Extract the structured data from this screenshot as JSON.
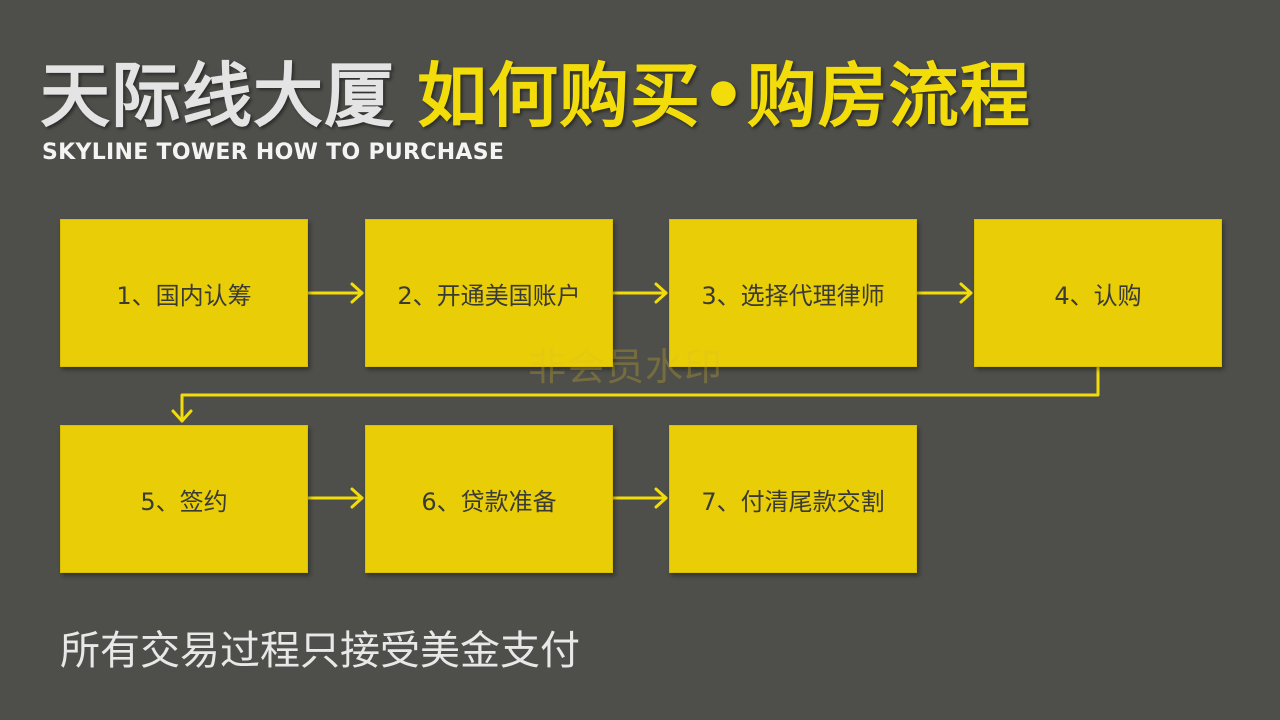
{
  "title": {
    "main": "天际线大厦",
    "highlight": "如何购买•购房流程"
  },
  "subtitle": "SKYLINE TOWER HOW TO PURCHASE",
  "steps": [
    {
      "label": "1、国内认筹"
    },
    {
      "label": "2、开通美国账户"
    },
    {
      "label": "3、选择代理律师"
    },
    {
      "label": "4、认购"
    },
    {
      "label": "5、签约"
    },
    {
      "label": "6、贷款准备"
    },
    {
      "label": "7、付清尾款交割"
    }
  ],
  "watermark": "非会员水印",
  "footnote": "所有交易过程只接受美金支付",
  "colors": {
    "background": "#4e4e4a",
    "accent": "#e8cd07",
    "title_highlight": "#f2dc0a",
    "text_light": "#e4e4e4"
  }
}
